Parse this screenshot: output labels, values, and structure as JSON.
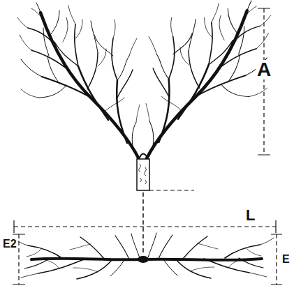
{
  "diagram": {
    "labels": [
      "A",
      "L",
      "E2",
      "E"
    ]
  }
}
